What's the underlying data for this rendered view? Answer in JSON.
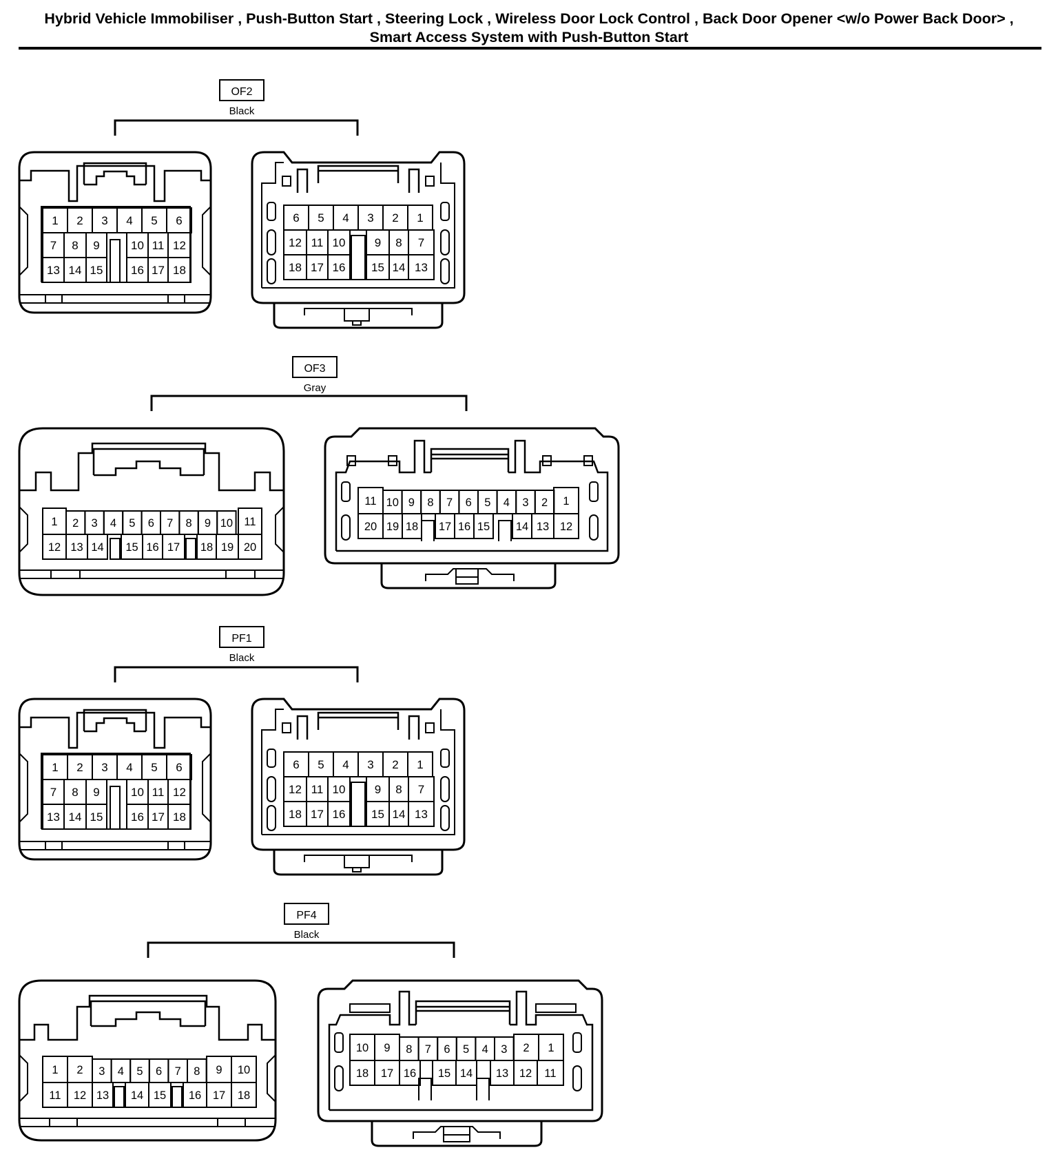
{
  "title": {
    "line1": "Hybrid Vehicle Immobiliser , Push-Button Start , Steering Lock , Wireless Door Lock Control , Back Door Opener <w/o Power Back Door> ,",
    "line2": "Smart Access System with Push-Button Start"
  },
  "connectors": [
    {
      "id": "OF2",
      "color": "Black"
    },
    {
      "id": "OF3",
      "color": "Gray"
    },
    {
      "id": "PF1",
      "color": "Black"
    },
    {
      "id": "PF4",
      "color": "Black"
    }
  ]
}
